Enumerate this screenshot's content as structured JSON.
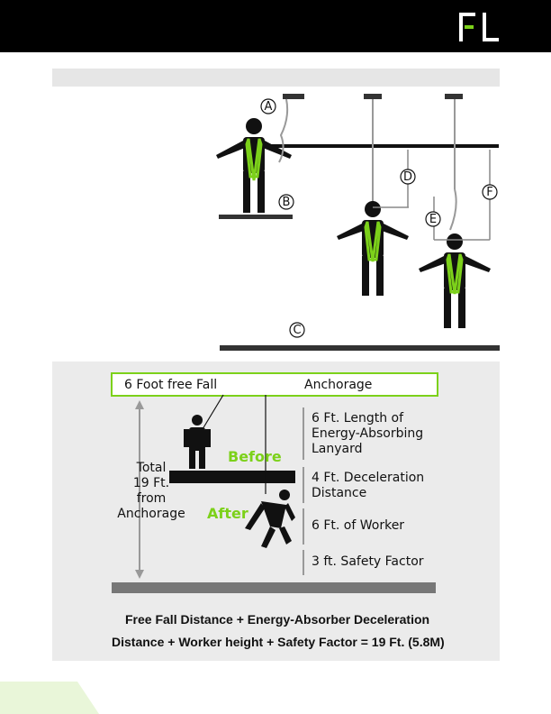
{
  "header": {
    "logo_text": "FL",
    "bg": "#000000",
    "accent": "#7cd11a"
  },
  "top_figure": {
    "markers": [
      "A",
      "B",
      "C",
      "D",
      "E",
      "F"
    ]
  },
  "lower_figure": {
    "free_fall_label": "6 Foot free Fall",
    "anchorage_label": "Anchorage",
    "total_lines": [
      "Total",
      "19 Ft.",
      "from",
      "Anchorage"
    ],
    "before_label": "Before",
    "after_label": "After",
    "lanyard_lines": [
      "6 Ft. Length of",
      "Energy-Absorbing",
      "Lanyard"
    ],
    "decel_lines": [
      "4 Ft. Deceleration",
      "Distance"
    ],
    "worker_label": "6 Ft. of Worker",
    "safety_label": "3 ft. Safety Factor"
  },
  "formula": {
    "line1": "Free Fall Distance + Energy-Absorber Deceleration",
    "line2": "Distance + Worker height + Safety Factor = 19 Ft. (5.8M)"
  }
}
